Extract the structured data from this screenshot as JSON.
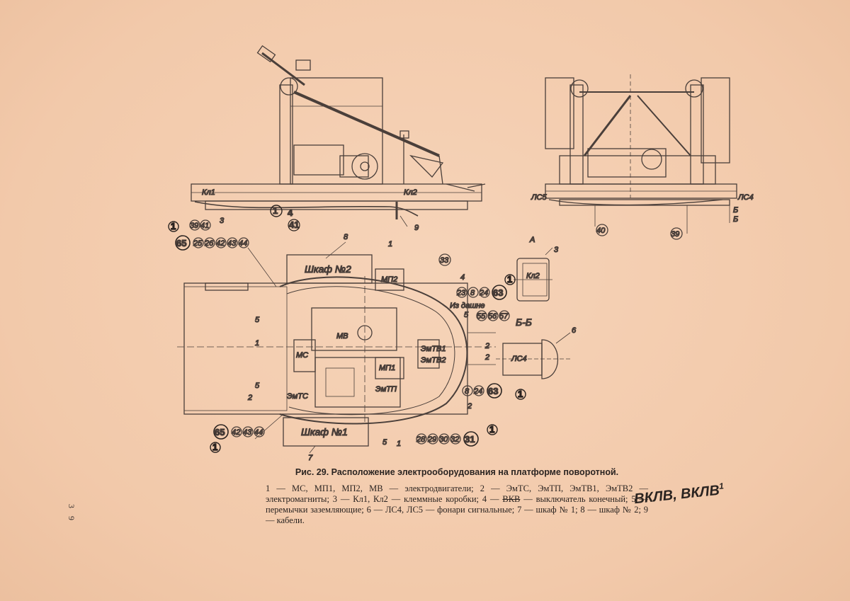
{
  "figure": {
    "side_view_labels": {
      "kl1": "Кл1",
      "kl2": "Кл2",
      "n3": "3",
      "n9": "9",
      "n1": "1"
    },
    "side_view_circles": [
      "39",
      "41"
    ],
    "side_view_hand": [
      "4",
      "41"
    ],
    "end_view_labels": {
      "ls5": "ЛС5",
      "ls4": "ЛС4",
      "b1": "Б",
      "b2": "Б"
    },
    "end_view_circles": [
      "40",
      "39"
    ],
    "plan_labels": {
      "shkaf2": "Шкаф №2",
      "shkaf1": "Шкаф №1",
      "mp2": "МП2",
      "mp1": "МП1",
      "ms": "МС",
      "mv": "МВ",
      "emts": "ЭмТС",
      "emtp": "ЭмТП",
      "emtv1": "ЭмТВ1",
      "emtv2": "ЭмТВ2",
      "iz_dashn": "Из дашне",
      "n8": "8",
      "n7": "7",
      "n1a": "1",
      "n1b": "1",
      "n1c": "1",
      "n2a": "2",
      "n2b": "2",
      "n2c": "2",
      "n2d": "2",
      "n4": "4",
      "n5a": "5",
      "n5b": "5",
      "n5c": "5",
      "n5d": "5"
    },
    "plan_circles_top_left": [
      "65",
      "25",
      "26",
      "42",
      "43",
      "44"
    ],
    "plan_circles_bottom_left": [
      "65",
      "42",
      "43",
      "44"
    ],
    "plan_circles_right_1": [
      "33"
    ],
    "plan_circles_right_2": [
      "23",
      "8",
      "24",
      "63"
    ],
    "plan_circles_right_3": [
      "55",
      "56",
      "57"
    ],
    "plan_circles_right_4": [
      "8",
      "24",
      "63"
    ],
    "plan_circles_bottom": [
      "28",
      "29",
      "30",
      "32",
      "31"
    ],
    "detail_a": {
      "title": "А",
      "label": "Кл2",
      "num": "3"
    },
    "detail_b": {
      "title": "Б-Б",
      "label": "ЛС4",
      "num": "6"
    },
    "hand_marks": [
      "1",
      "1",
      "1",
      "1",
      "1"
    ]
  },
  "caption": {
    "title": "Рис. 29. Расположение электрооборудования на платформе поворотной.",
    "body_before_strike": "1 — МС, МП1, МП2, МВ — электродвигатели; 2 — ЭмТС, ЭмТП, ЭмТВ1, ЭмТВ2 — электромагниты; 3 — Кл1, Кл2 — клеммные коробки; 4 — ",
    "strike": "ВКВ",
    "body_after_strike": " — выключатель конечный; 5 — перемычки заземляющие; 6 — ЛС4, ЛС5 — фонари сигнальные; 7 — шкаф № 1; 8 — шкаф № 2; 9 — кабели."
  },
  "page_number": "3 9",
  "handwritten_note": {
    "text": "ВКЛВ, ВКЛВ",
    "mark": "1"
  }
}
